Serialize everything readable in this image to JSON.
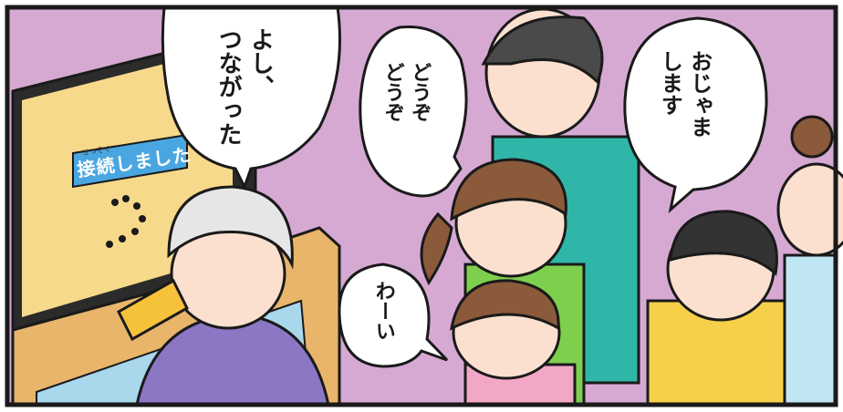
{
  "bubbles": {
    "grandma": "よし、\nつながった",
    "mom": "どうぞ\nどうぞ",
    "boy": "おじゃま\nします",
    "girl": "わーい"
  },
  "tv": {
    "status": "接続しました",
    "ruby": "せつぞく"
  },
  "colors": {
    "background_wall": "#d6a9d3",
    "border": "#1a1a1a",
    "tv_screen": "#f7d98b",
    "tv_label_bg": "#4aa6e0",
    "cabinet": "#e8b56b",
    "tablet": "#f6c23a"
  }
}
